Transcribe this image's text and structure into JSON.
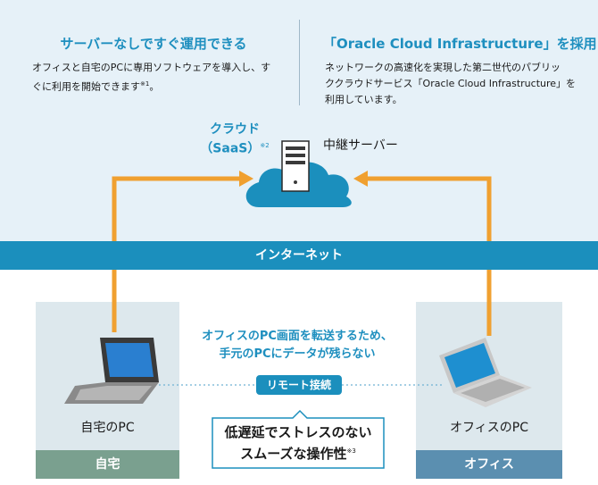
{
  "features": [
    {
      "title": "サーバーなしですぐ運用できる",
      "body_line1": "オフィスと自宅のPCに専用ソフトウェアを導入し、す",
      "body_line2": "ぐに利用を開始できます",
      "note_mark": "※1",
      "trailing": "。"
    },
    {
      "title": "「Oracle Cloud Infrastructure」を採用",
      "body_line1": "ネットワークの高速化を実現した第二世代のパブリッ",
      "body_line2": "ククラウドサービス「Oracle Cloud Infrastructure」を",
      "body_line3": "利用しています。"
    }
  ],
  "cloud": {
    "label_line1": "クラウド",
    "label_line2": "（SaaS）",
    "note_mark": "※2",
    "relay_label": "中継サーバー"
  },
  "internet_label": "インターネット",
  "home": {
    "device_label": "自宅のPC",
    "footer_label": "自宅"
  },
  "office": {
    "device_label": "オフィスのPC",
    "footer_label": "オフィス"
  },
  "remote": {
    "note_line1": "オフィスのPC画面を転送するため、",
    "note_line2": "手元のPCにデータが残らない",
    "badge_label": "リモート接続"
  },
  "callout": {
    "line1": "低遅延でストレスのない",
    "line2": "スムーズな操作性",
    "note_mark": "※3"
  },
  "colors": {
    "accent_blue": "#1e8fbf",
    "internet_band": "#1b8fbd",
    "arrow_orange": "#f0a030",
    "home_footer": "#7aa08f",
    "office_footer": "#5b8fb0",
    "panel_bg": "#dde8ed",
    "top_bg": "#e6f1f8"
  },
  "icons": [
    "cloud-icon",
    "server-icon",
    "laptop-icon",
    "arrow-icon"
  ]
}
